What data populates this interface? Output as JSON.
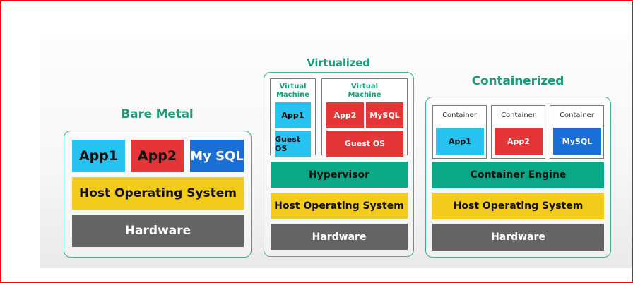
{
  "bare_metal": {
    "title": "Bare Metal",
    "apps": [
      "App1",
      "App2",
      "My SQL"
    ],
    "host_os": "Host Operating System",
    "hardware": "Hardware"
  },
  "virtualized": {
    "title": "Virtualized",
    "vm1": {
      "label": "Virtual Machine",
      "app": "App1",
      "guest_os": "Guest OS"
    },
    "vm2": {
      "label": "Virtual Machine",
      "apps": [
        "App2",
        "MySQL"
      ],
      "guest_os": "Guest OS"
    },
    "hypervisor": "Hypervisor",
    "host_os": "Host Operating System",
    "hardware": "Hardware"
  },
  "containerized": {
    "title": "Containerized",
    "containers": [
      {
        "label": "Container",
        "app": "App1"
      },
      {
        "label": "Container",
        "app": "App2"
      },
      {
        "label": "Container",
        "app": "MySQL"
      }
    ],
    "engine": "Container Engine",
    "host_os": "Host Operating System",
    "hardware": "Hardware"
  },
  "colors": {
    "accent": "#1a9e7a",
    "app1": "#27c3f0",
    "app2": "#e53537",
    "mysql": "#1a6fd6",
    "host_os": "#f2cb1d",
    "hardware": "#646464",
    "hypervisor": "#0aa887"
  }
}
